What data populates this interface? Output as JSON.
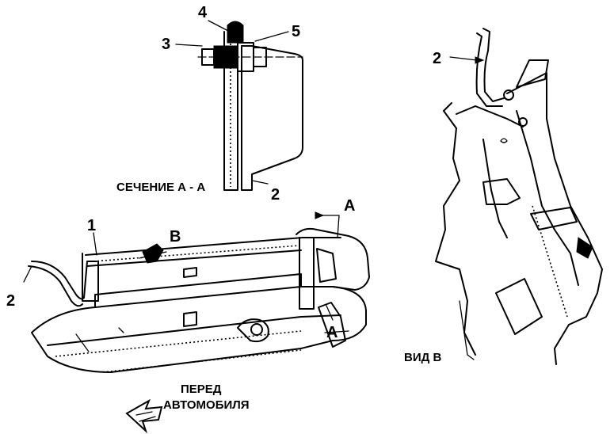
{
  "section_view": {
    "caption": "СЕЧЕНИЕ А - А",
    "callouts": {
      "c4": "4",
      "c3": "3",
      "c5": "5",
      "c2": "2"
    }
  },
  "main_view": {
    "callouts": {
      "c1": "1",
      "c2": "2",
      "cB": "B",
      "cA_top": "A",
      "cA_bottom": "A"
    }
  },
  "view_b": {
    "caption": "ВИД В",
    "callouts": {
      "c2": "2"
    }
  },
  "front_label": {
    "line1": "ПЕРЕД",
    "line2": "АВТОМОБИЛЯ"
  },
  "icons": {
    "front_arrow": "front-direction-arrow-icon"
  }
}
